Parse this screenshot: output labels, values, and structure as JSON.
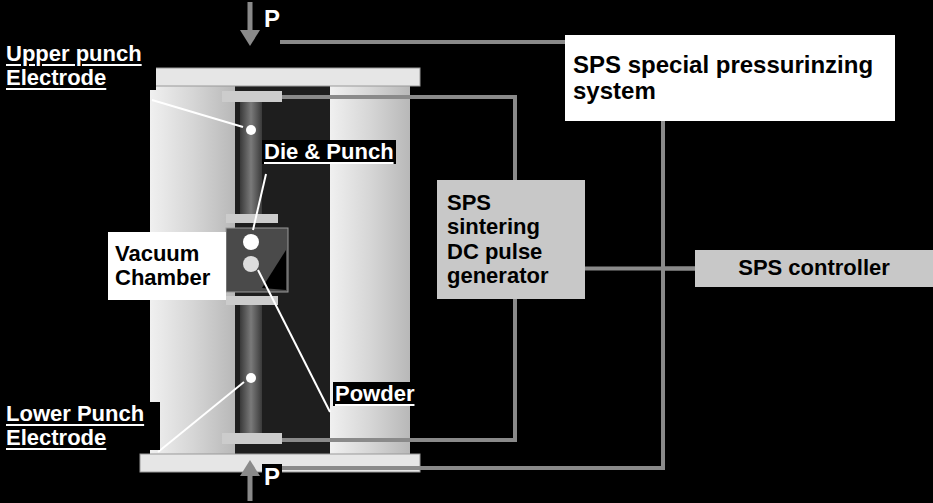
{
  "diagram": {
    "nodes": [
      {
        "text": [
          "Vacuum Chamber"
        ]
      },
      {
        "text": [
          "SPS sintering DC pulse generator"
        ]
      },
      {
        "text": [
          "SPS special pressurinzing system"
        ]
      },
      {
        "text": [
          "SPS controller"
        ]
      }
    ],
    "edges": [
      {
        "from": 1,
        "to": 3,
        "arrow": "none"
      },
      {
        "from": 2,
        "to": 3,
        "arrow": "none"
      }
    ],
    "labels": [
      "P",
      "Upper punch Electrode",
      "Die & Punch",
      "Powder",
      "Lower Punch Electrode",
      "P"
    ]
  }
}
